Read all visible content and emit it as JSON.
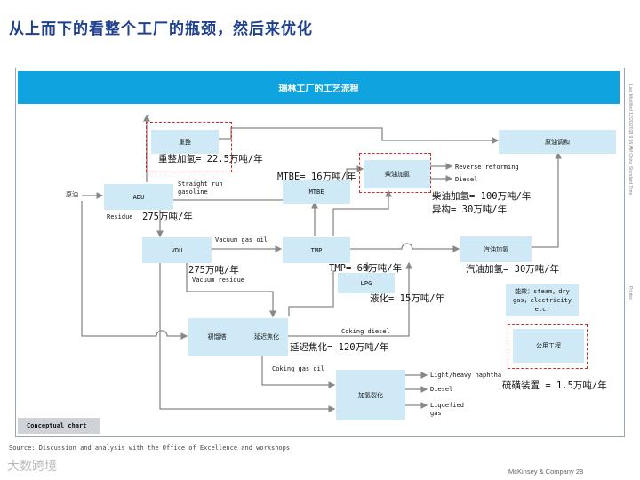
{
  "page": {
    "title": "从上而下的看整个工厂的瓶颈，然后来优化",
    "diagram_title": "瑞林工厂的工艺流程",
    "conceptual_label": "Conceptual chart",
    "source": "Source: Discussion and analysis with the Office of Excellence and workshops",
    "footer": "McKinsey & Company  28",
    "side_modified": "Last Modified 12/20/2018 9:16 AM China Standard Time",
    "side_printed": "Printed",
    "watermark": "大数跨境"
  },
  "units": {
    "heavy": "重整",
    "adu": "ADU",
    "vdu": "VDU",
    "mtbe": "MTBE",
    "tmp": "TMP",
    "lpg": "LPG",
    "diesel_hydro": "柴油加氢",
    "gasoline_hydro": "汽油加氢",
    "blending": "原油调和",
    "sweetening": "加氢裂化",
    "desulf": "初馏塔",
    "delayed_coking": "延迟焦化",
    "utility": "公用工程",
    "energy": "能效：steam，dry gas，electricity etc."
  },
  "labels": {
    "crude": "原油",
    "straight_run": "Straight run gasoline",
    "residue": "Residue",
    "vacuum_gas_oil": "Vacuum gas oil",
    "vacuum_residue": "Vacuum residue",
    "coking_diesel": "Coking diesel",
    "coking_gas_oil": "Coking gas oil",
    "reverse_reforming": "Reverse reforming",
    "diesel_out": "Diesel",
    "light_naphtha": "Light/heavy naphtha",
    "diesel_out2": "Diesel",
    "liquefied_gas": "Liquefied gas"
  },
  "annotations": {
    "heavy_capacity": "重整加氢= 22.5万吨/年",
    "adu_capacity": "275万吨/年",
    "mtbe_capacity": "MTBE= 16万吨/年",
    "diesel_capacity": "柴油加氢= 100万吨/年",
    "isomer_capacity": "异构= 30万吨/年",
    "vdu_capacity": "275万吨/年",
    "tmp_capacity": "TMP= 60万吨/年",
    "lpg_capacity": "液化= 15万吨/年",
    "gasoline_capacity": "汽油加氢= 30万吨/年",
    "coking_capacity": "延迟焦化= 120万吨/年",
    "sulfur_capacity": "硫磺装置 = 1.5万吨/年"
  },
  "colors": {
    "title": "#1f3f8f",
    "header": "#0fa3e0",
    "box": "#cfeaf6",
    "dash": "#d22a2a",
    "line": "#888888"
  }
}
